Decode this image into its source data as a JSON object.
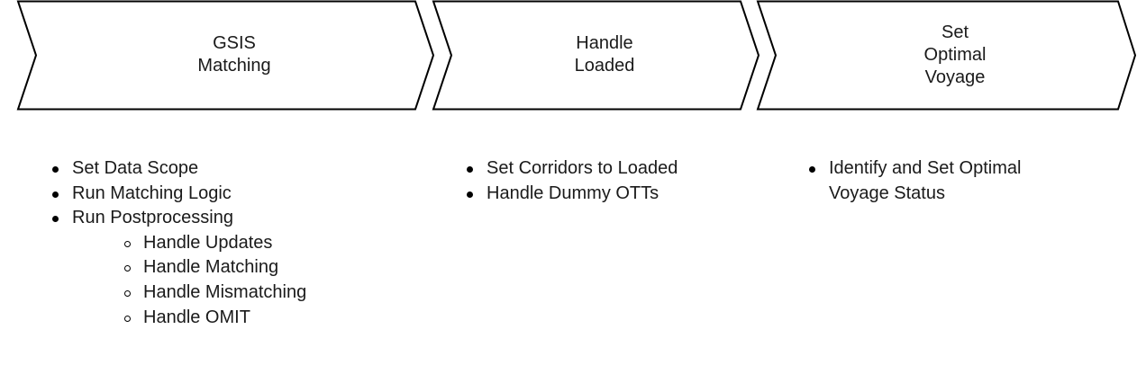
{
  "steps": [
    {
      "title": "GSIS\nMatching"
    },
    {
      "title": "Handle\nLoaded"
    },
    {
      "title": "Set\nOptimal\nVoyage"
    }
  ],
  "lists": [
    {
      "items": [
        {
          "text": "Set Data Scope"
        },
        {
          "text": "Run Matching Logic"
        },
        {
          "text": "Run Postprocessing"
        }
      ],
      "subitems": [
        "Handle Updates",
        "Handle Matching",
        "Handle Mismatching",
        "Handle OMIT"
      ]
    },
    {
      "items": [
        {
          "text": "Set Corridors to Loaded"
        },
        {
          "text": "Handle Dummy OTTs"
        }
      ]
    },
    {
      "items": [
        {
          "text": "Identify and Set Optimal Voyage Status"
        }
      ]
    }
  ]
}
